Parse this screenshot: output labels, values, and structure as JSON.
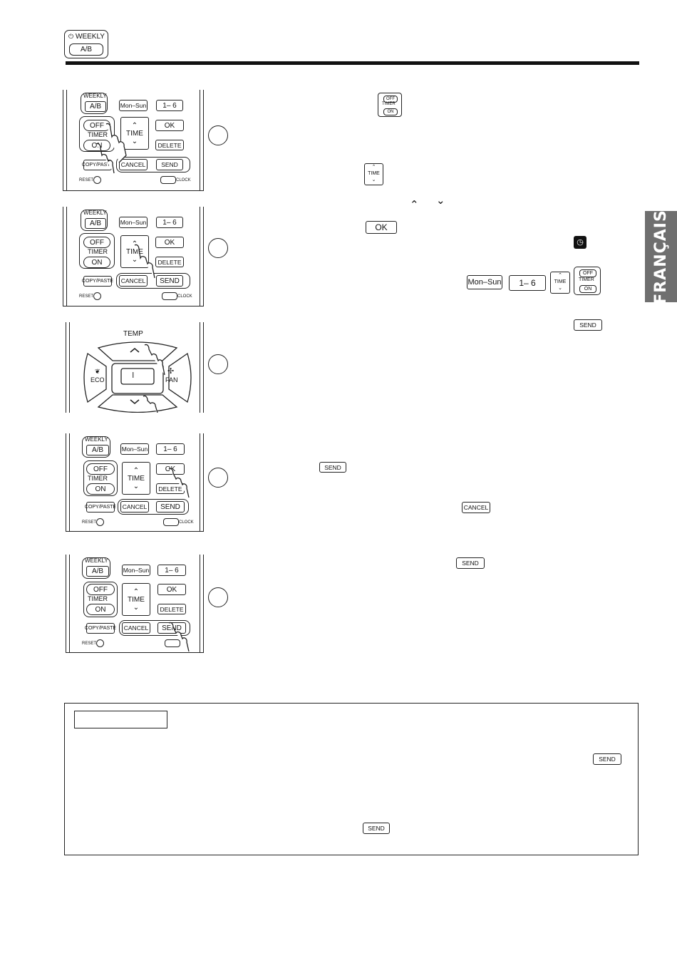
{
  "header": {
    "weekly_label": "WEEKLY",
    "ab_label": "A/B"
  },
  "side_tab": {
    "label": "FRANÇAIS"
  },
  "remote": {
    "weekly": "WEEKLY",
    "ab": "A/B",
    "mon_sun": "Mon–Sun",
    "one_six": "1– 6",
    "off": "OFF",
    "timer": "TIMER",
    "on": "ON",
    "time": "TIME",
    "ok": "OK",
    "delete": "DELETE",
    "copy_paste": "COPY/PASTE",
    "cancel": "CANCEL",
    "send": "SEND",
    "reset": "RESET",
    "clock": "CLOCK",
    "temp": "TEMP",
    "eco": "ECO",
    "fan": "FAN"
  },
  "inline_buttons": {
    "off": "OFF",
    "timer": "TIMER",
    "on": "ON",
    "time": "TIME",
    "ok": "OK",
    "mon_sun": "Mon–Sun",
    "one_six": "1– 6",
    "send": "SEND",
    "cancel": "CANCEL"
  }
}
